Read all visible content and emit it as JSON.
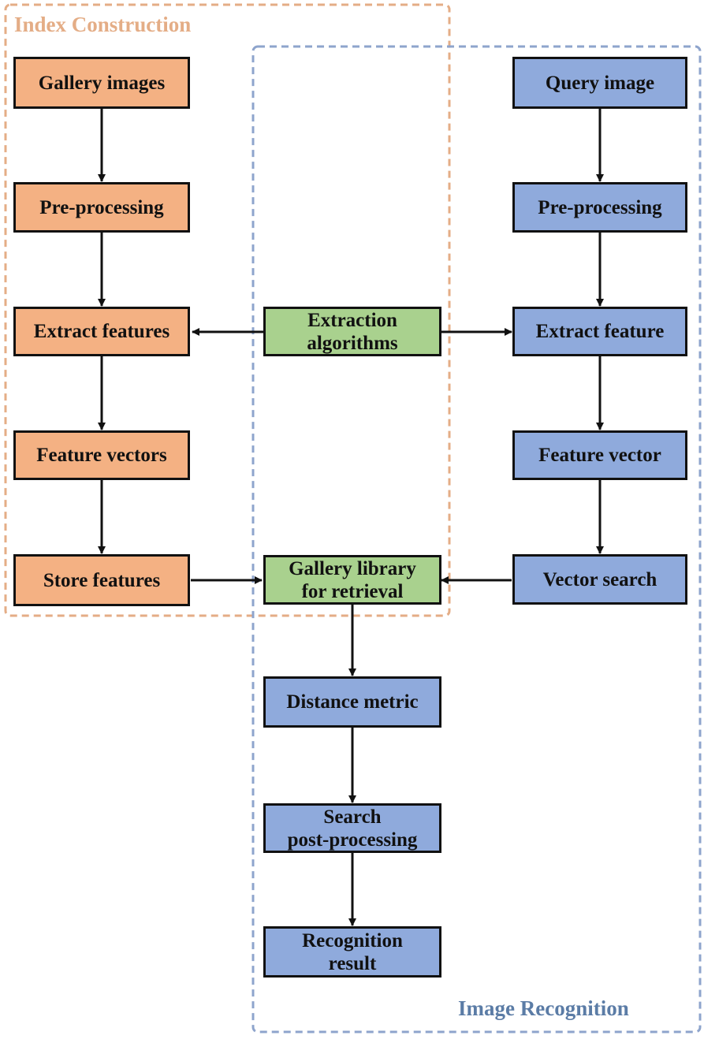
{
  "colors": {
    "index_fill": "#f4b183",
    "index_border": "#e4ad86",
    "recognition_fill": "#8faadc",
    "recognition_border": "#8ea4cc",
    "shared_fill": "#a9d18e",
    "arrow": "#111111",
    "index_title": "#e4ad86",
    "recognition_title": "#5b7ca6"
  },
  "groups": {
    "index_construction": {
      "title": "Index Construction"
    },
    "image_recognition": {
      "title": "Image Recognition"
    }
  },
  "nodes": {
    "gallery_images": "Gallery images",
    "pre_processing_left": "Pre-processing",
    "extract_features": "Extract features",
    "feature_vectors": "Feature vectors",
    "store_features": "Store features",
    "extraction_algorithms": [
      "Extraction",
      "algorithms"
    ],
    "gallery_library": [
      "Gallery library",
      "for retrieval"
    ],
    "query_image": "Query image",
    "pre_processing_right": "Pre-processing",
    "extract_feature": "Extract feature",
    "feature_vector": "Feature vector",
    "vector_search": "Vector search",
    "distance_metric": "Distance metric",
    "search_post_processing": [
      "Search",
      "post-processing"
    ],
    "recognition_result": [
      "Recognition",
      "result"
    ]
  }
}
